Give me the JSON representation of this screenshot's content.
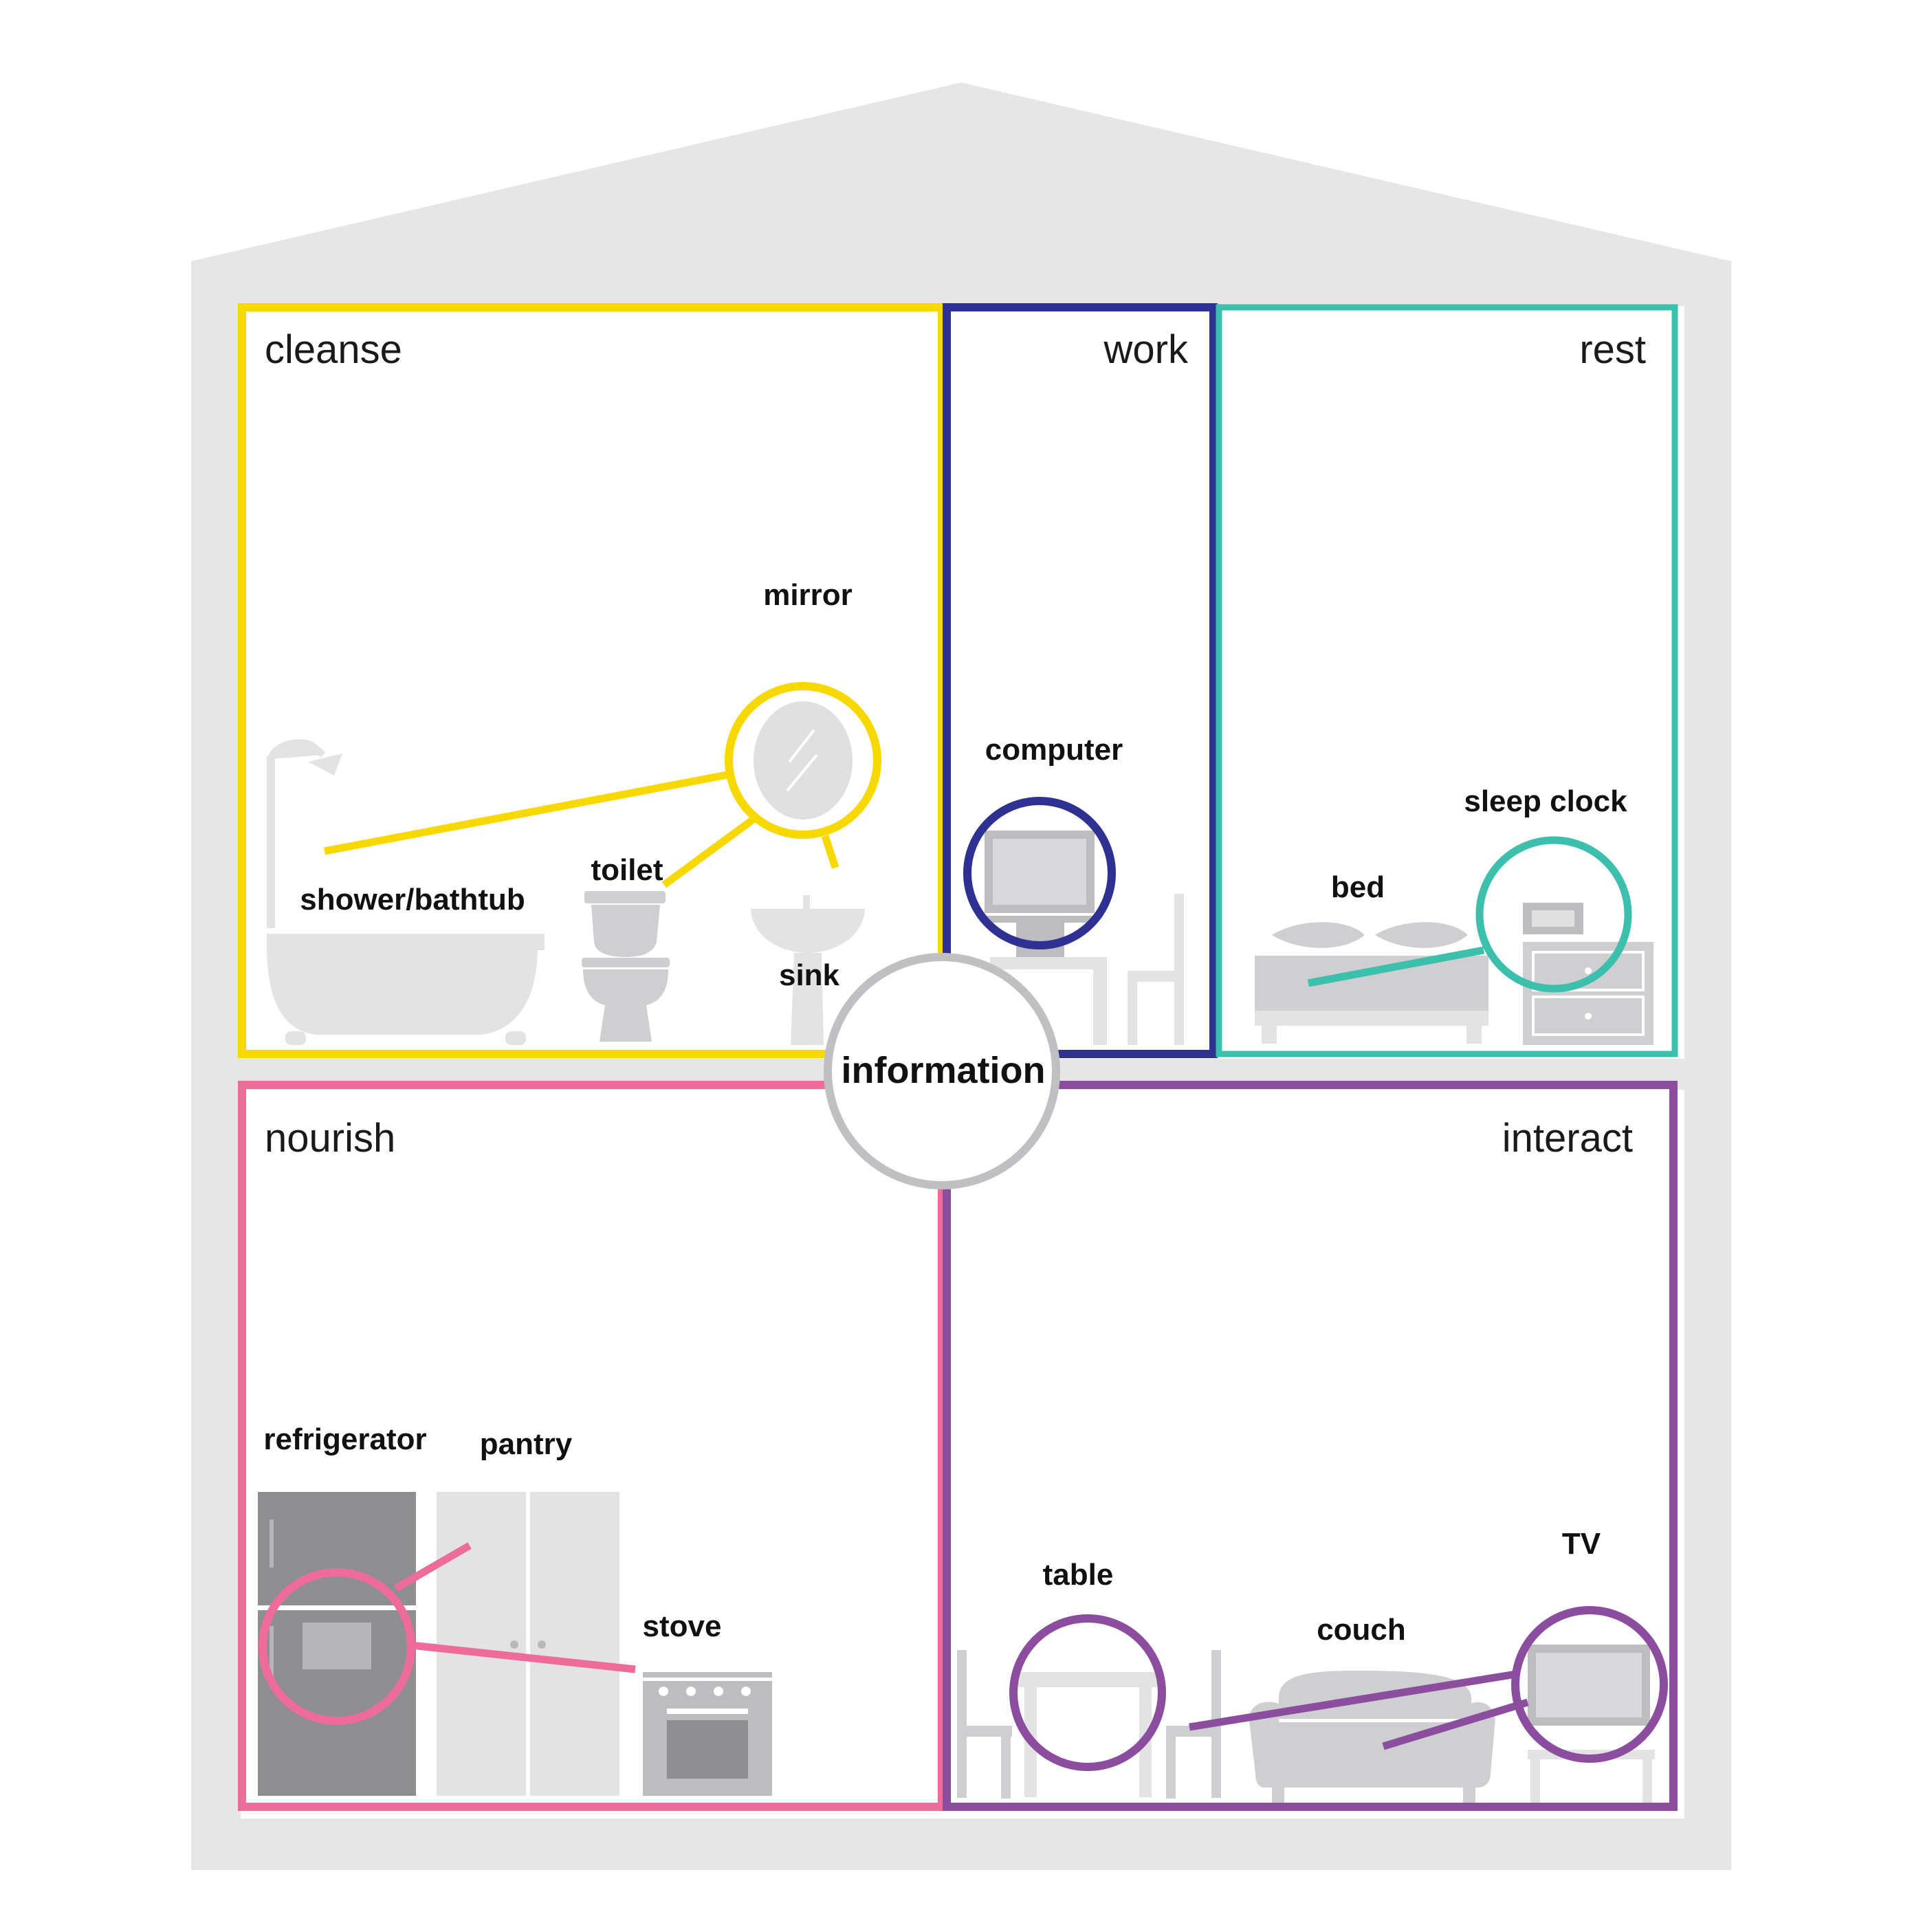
{
  "colors": {
    "house": "#e6e6e6",
    "cleanse": "#f7d800",
    "work": "#2e3192",
    "rest": "#3cbfad",
    "nourish": "#ee6c9a",
    "interact": "#8b4e9e",
    "information": "#c0c0c2",
    "furniture": "#cfcfd1"
  },
  "center": {
    "label": "information"
  },
  "rooms": [
    {
      "id": "cleanse",
      "title": "cleanse",
      "items": [
        {
          "label": "mirror",
          "icon": "mirror-icon"
        },
        {
          "label": "shower/bathtub",
          "icon": "bathtub-icon"
        },
        {
          "label": "toilet",
          "icon": "toilet-icon"
        },
        {
          "label": "sink",
          "icon": "sink-icon"
        }
      ]
    },
    {
      "id": "work",
      "title": "work",
      "items": [
        {
          "label": "computer",
          "icon": "computer-icon"
        }
      ]
    },
    {
      "id": "rest",
      "title": "rest",
      "items": [
        {
          "label": "sleep clock",
          "icon": "clock-icon"
        },
        {
          "label": "bed",
          "icon": "bed-icon"
        }
      ]
    },
    {
      "id": "nourish",
      "title": "nourish",
      "items": [
        {
          "label": "refrigerator",
          "icon": "refrigerator-icon"
        },
        {
          "label": "pantry",
          "icon": "pantry-icon"
        },
        {
          "label": "stove",
          "icon": "stove-icon"
        }
      ]
    },
    {
      "id": "interact",
      "title": "interact",
      "items": [
        {
          "label": "table",
          "icon": "table-icon"
        },
        {
          "label": "couch",
          "icon": "couch-icon"
        },
        {
          "label": "TV",
          "icon": "tv-icon"
        }
      ]
    }
  ]
}
